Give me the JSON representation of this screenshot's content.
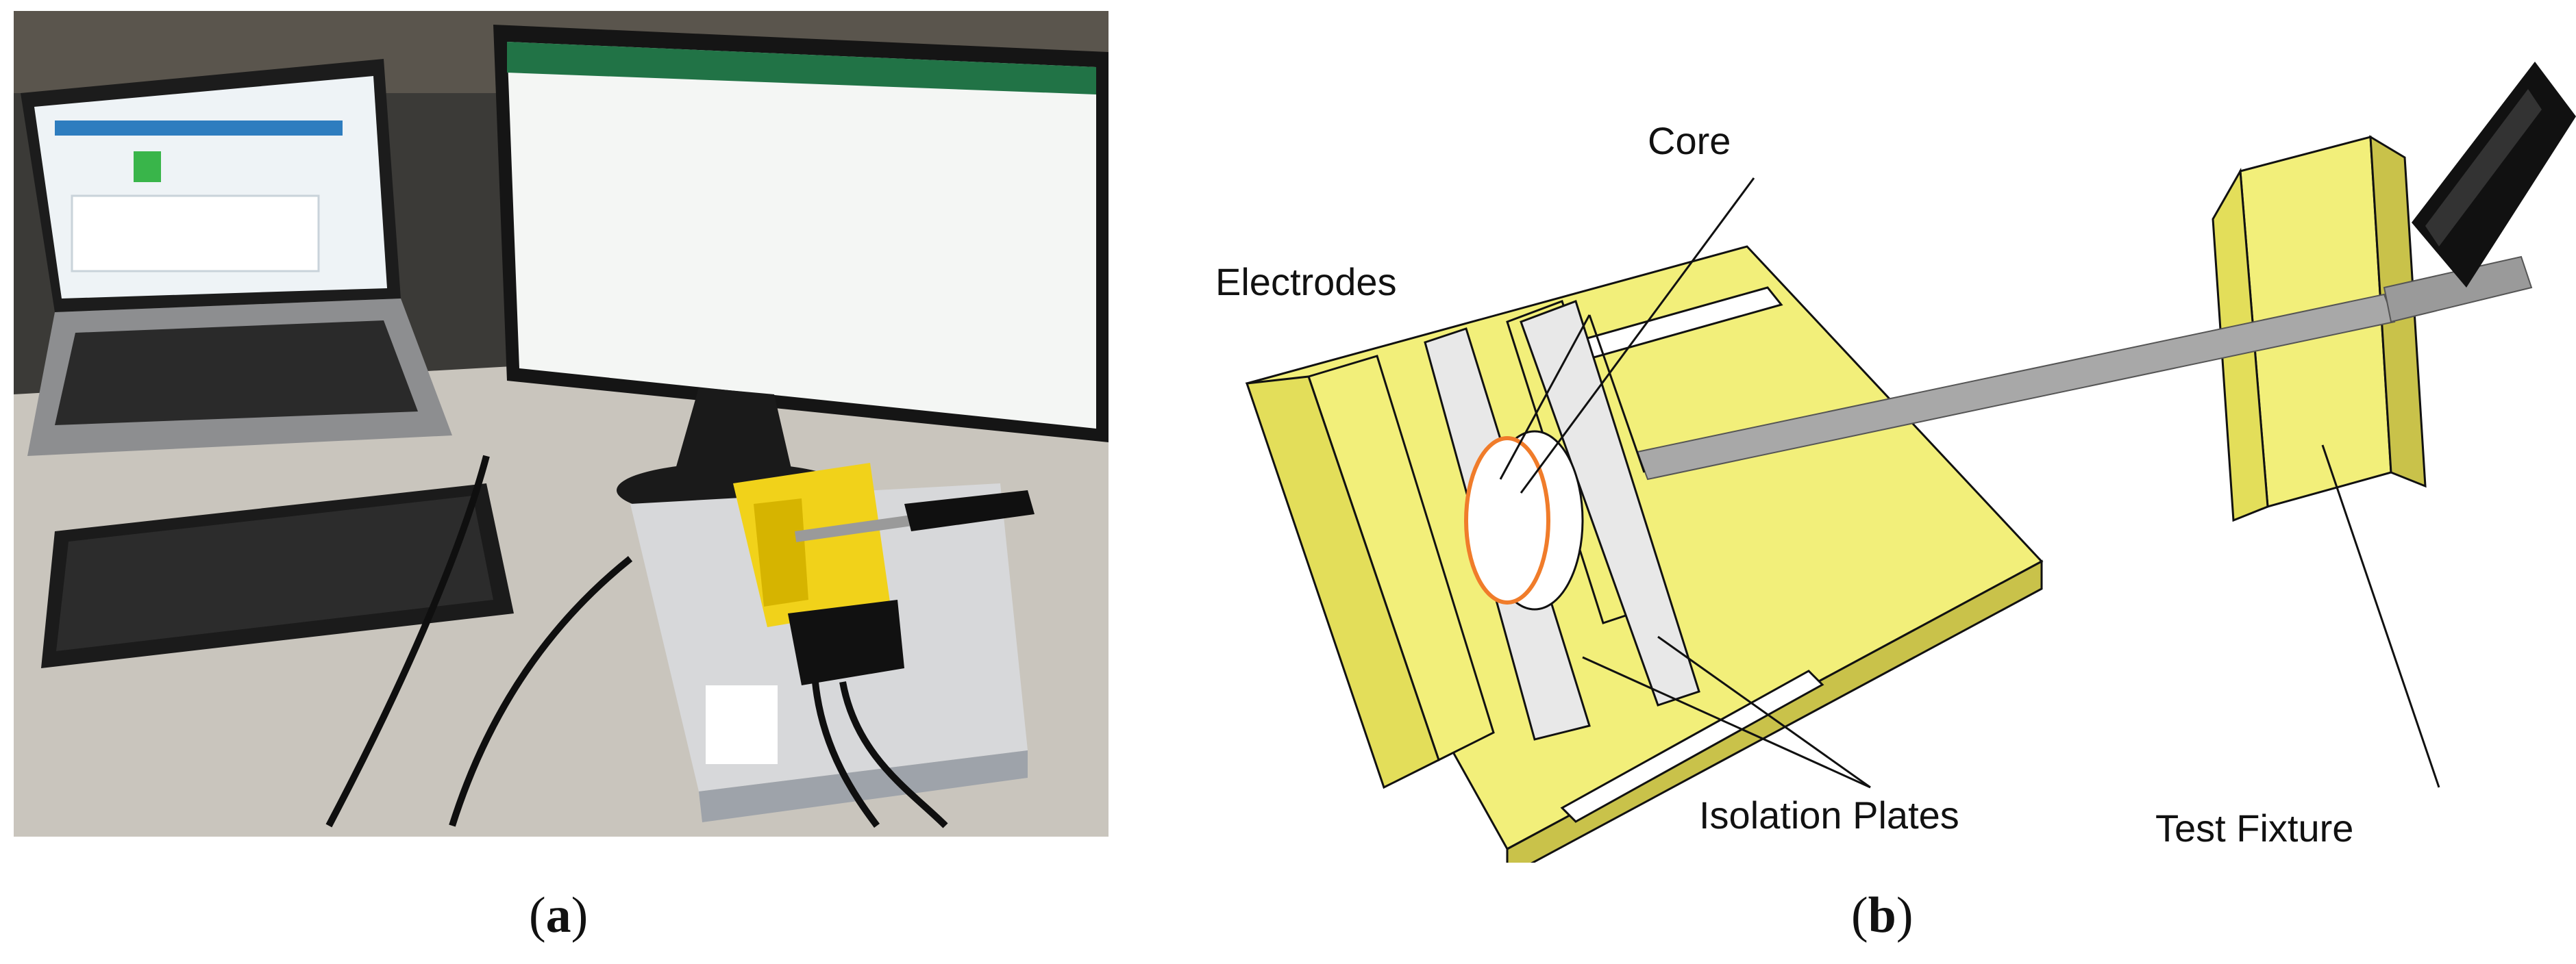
{
  "panels": [
    {
      "id": "a",
      "caption_open": "(",
      "caption_letter": "a",
      "caption_close": ")"
    },
    {
      "id": "b",
      "caption_open": "(",
      "caption_letter": "b",
      "caption_close": ")"
    }
  ],
  "callouts": {
    "core": "Core",
    "electrodes": "Electrodes",
    "isolation_plates": "Isolation Plates",
    "test_fixture": "Test Fixture"
  },
  "colors": {
    "fixture_yellow": "#f2ef7a",
    "fixture_shadow": "#c9c24a",
    "handle": "#111111",
    "screw": "#a8a8a8",
    "plate": "#e6e6e6",
    "core_ring": "#f07c2a",
    "desk": "#c8c4bc",
    "wall": "#3a3a3a"
  }
}
